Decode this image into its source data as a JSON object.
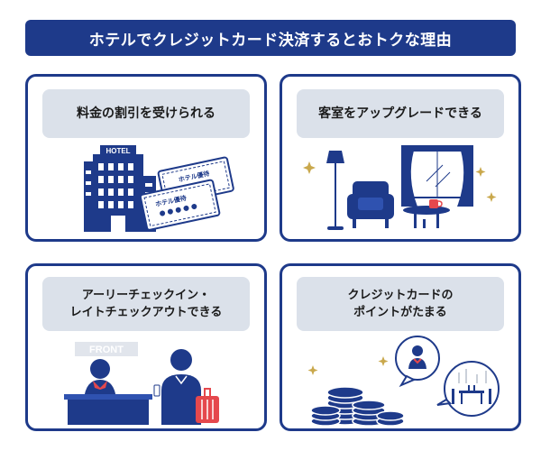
{
  "title": "ホテルでクレジットカード決済するとおトクな理由",
  "colors": {
    "navy": "#1e3a8a",
    "label_bg": "#dbe1ea",
    "accent_red": "#e5484d"
  },
  "cards": [
    {
      "label": "料金の割引を受けられる",
      "icons": [
        "hotel-building-icon",
        "coupon-tickets-icon"
      ],
      "hotel_sign": "HOTEL",
      "coupon_text": "ホテル優待"
    },
    {
      "label": "客室をアップグレードできる",
      "icons": [
        "floor-lamp-icon",
        "armchair-icon",
        "window-curtain-icon",
        "coffee-table-icon"
      ]
    },
    {
      "label_line1": "アーリーチェックイン・",
      "label_line2": "レイトチェックアウトできる",
      "icons": [
        "front-desk-clerk-icon",
        "guest-with-suitcase-icon"
      ],
      "front_sign": "FRONT"
    },
    {
      "label_line1": "クレジットカードの",
      "label_line2": "ポイントがたまる",
      "icons": [
        "coin-stacks-icon",
        "clerk-bubble-icon",
        "dining-bubble-icon"
      ]
    }
  ]
}
